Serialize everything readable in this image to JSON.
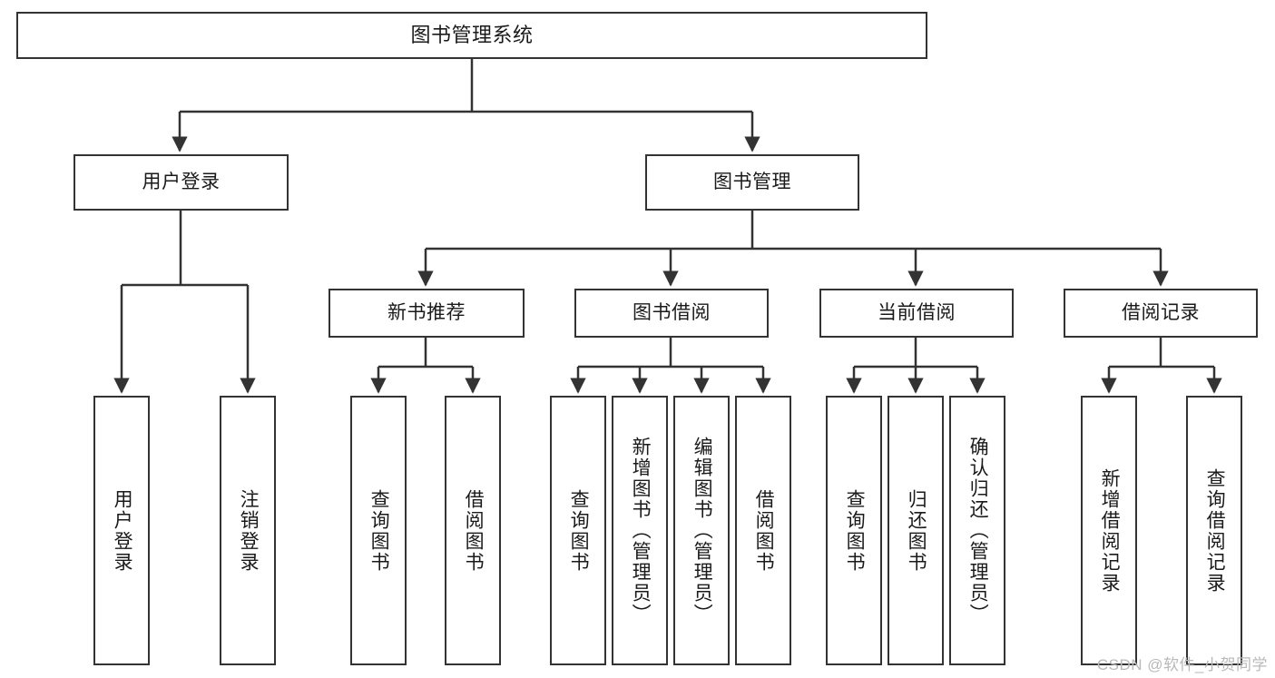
{
  "diagram": {
    "title": "图书管理系统",
    "type": "tree-hierarchy",
    "watermark": "CSDN @软件_小贺同学",
    "colors": {
      "stroke": "#333333",
      "fill": "#ffffff",
      "text": "#1a1a1a",
      "watermark": "#b9b9b9"
    }
  },
  "nodes": {
    "root": {
      "label": "图书管理系统",
      "level": 1
    },
    "l2": [
      {
        "id": "user-login",
        "label": "用户登录",
        "level": 2
      },
      {
        "id": "book-manage",
        "label": "图书管理",
        "level": 2
      }
    ],
    "l3": [
      {
        "id": "new-book-recommend",
        "label": "新书推荐",
        "level": 3
      },
      {
        "id": "book-borrow",
        "label": "图书借阅",
        "level": 3
      },
      {
        "id": "current-borrow",
        "label": "当前借阅",
        "level": 3
      },
      {
        "id": "borrow-record",
        "label": "借阅记录",
        "level": 3
      }
    ],
    "leaves": [
      {
        "id": "leaf-user-login",
        "label": "用户登录",
        "parent": "user-login"
      },
      {
        "id": "leaf-logout-login",
        "label": "注销登录",
        "parent": "user-login"
      },
      {
        "id": "leaf-query-book-1",
        "label": "查询图书",
        "parent": "new-book-recommend"
      },
      {
        "id": "leaf-borrow-book-1",
        "label": "借阅图书",
        "parent": "new-book-recommend"
      },
      {
        "id": "leaf-query-book-2",
        "label": "查询图书",
        "parent": "book-borrow"
      },
      {
        "id": "leaf-add-book",
        "label": "新增图书（管理员）",
        "parent": "book-borrow"
      },
      {
        "id": "leaf-edit-book",
        "label": "编辑图书（管理员）",
        "parent": "book-borrow"
      },
      {
        "id": "leaf-borrow-book-2",
        "label": "借阅图书",
        "parent": "book-borrow"
      },
      {
        "id": "leaf-query-book-3",
        "label": "查询图书",
        "parent": "current-borrow"
      },
      {
        "id": "leaf-return-book",
        "label": "归还图书",
        "parent": "current-borrow"
      },
      {
        "id": "leaf-confirm-return",
        "label": "确认归还（管理员）",
        "parent": "current-borrow"
      },
      {
        "id": "leaf-add-record",
        "label": "新增借阅记录",
        "parent": "borrow-record"
      },
      {
        "id": "leaf-query-record",
        "label": "查询借阅记录",
        "parent": "borrow-record"
      }
    ]
  }
}
